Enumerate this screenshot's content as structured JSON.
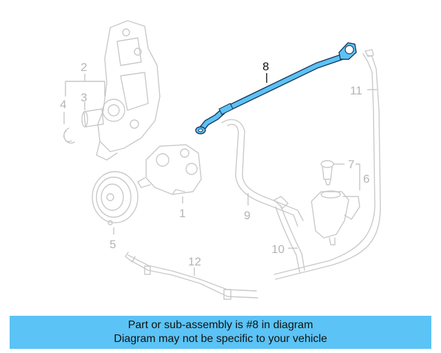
{
  "diagram": {
    "callouts": {
      "c1": "1",
      "c2": "2",
      "c3": "3",
      "c4": "4",
      "c5": "5",
      "c6": "6",
      "c7": "7",
      "c8": "8",
      "c9": "9",
      "c10": "10",
      "c11": "11",
      "c12": "12"
    },
    "highlight_part": "8",
    "highlight_color": "#5bc3f5",
    "line_color": "#c8c8c8"
  },
  "banner": {
    "line1": "Part or sub-assembly is #8 in diagram",
    "line2": "Diagram may not be specific to your vehicle",
    "background": "#5bc3f5"
  }
}
